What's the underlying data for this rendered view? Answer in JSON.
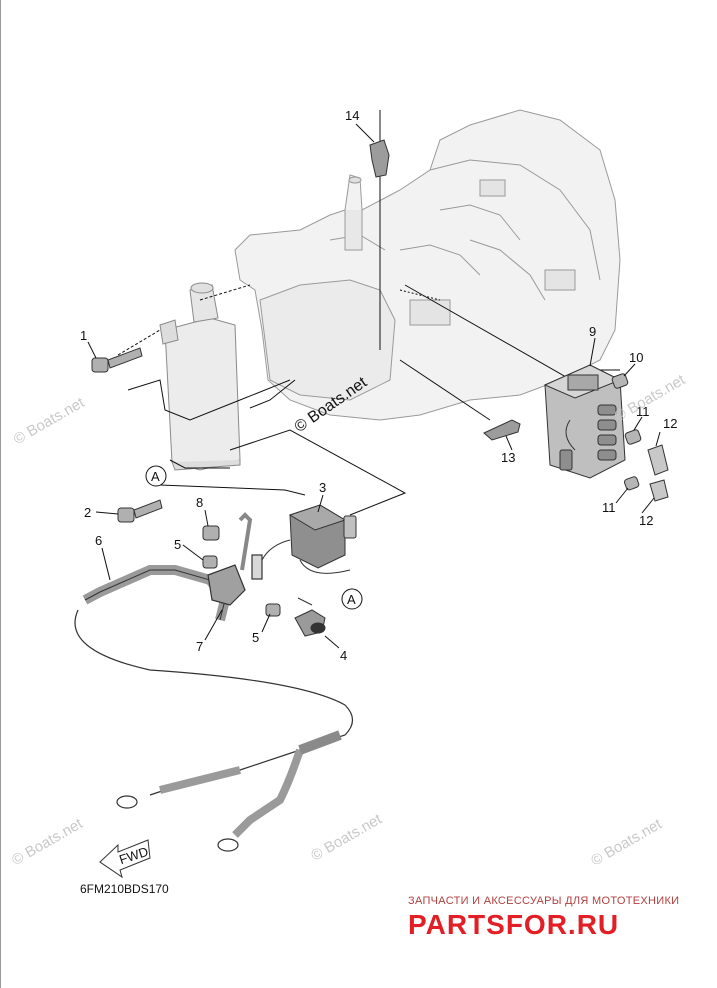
{
  "diagram": {
    "part_callouts": [
      "1",
      "2",
      "3",
      "4",
      "5",
      "5",
      "6",
      "7",
      "8",
      "9",
      "10",
      "11",
      "11",
      "12",
      "12",
      "13",
      "14"
    ],
    "ref_marker": "A",
    "fwd_label": "FWD",
    "drawing_code": "6FM210BDS170",
    "center_watermark": "© Boats.net",
    "corner_watermarks": [
      "© Boats.net",
      "© Boats.net",
      "© Boats.net",
      "© Boats.net",
      "© Boats.net"
    ],
    "colors": {
      "line": "#111111",
      "engine_fill": "#f2f2f2",
      "engine_stroke": "#9a9a9a",
      "part_fill": "#cfcfcf"
    }
  },
  "footer": {
    "promo_text": "ЗАПЧАСТИ И АКСЕССУАРЫ ДЛЯ МОТОТЕХНИКИ",
    "brand": "PARTSFOR.RU",
    "brand_color": "#e31e24"
  }
}
